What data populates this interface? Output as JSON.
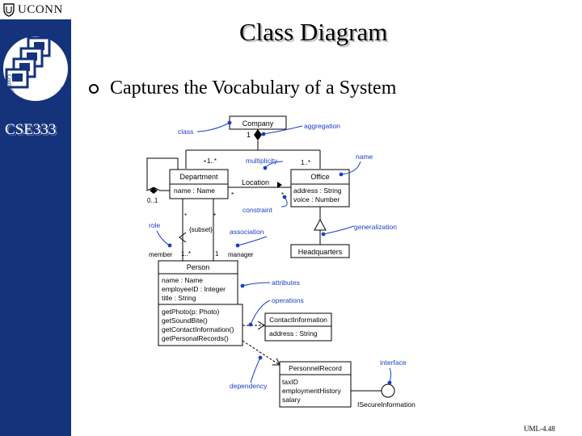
{
  "header": {
    "logo_text": "UCONN",
    "title": "Class Diagram",
    "course": "CSE333"
  },
  "badge": {
    "text": "Computer Science and Engineering"
  },
  "bullet": {
    "text": "Captures the Vocabulary of a System"
  },
  "footer": {
    "slide_number": "UML-4.48"
  },
  "colors": {
    "sidebar": "#14337a",
    "annotation": "#1a3fc4",
    "diagram_line": "#000000"
  },
  "diagram": {
    "classes": {
      "company": {
        "name": "Company"
      },
      "department": {
        "name": "Department",
        "attrs": [
          "name : Name"
        ]
      },
      "office": {
        "name": "Office",
        "attrs": [
          "address : String",
          "voice : Number"
        ]
      },
      "location": {
        "name": "Location"
      },
      "headquarters": {
        "name": "Headquarters"
      },
      "person": {
        "name": "Person",
        "attrs": [
          "name : Name",
          "employeeID : Integer",
          "title : String"
        ],
        "ops": [
          "getPhoto(p: Photo)",
          "getSoundBite()",
          "getContactInformation()",
          "getPersonalRecords()"
        ]
      },
      "contact": {
        "name": "ContactInformation",
        "attrs": [
          "address : String"
        ]
      },
      "personnel": {
        "name": "PersonnelRecord",
        "attrs": [
          "taxID",
          "employmentHistory",
          "salary"
        ]
      }
    },
    "interface_name": "ISecureInformation",
    "labels": {
      "mult_one_company": "1",
      "mult_star_dept": "*",
      "mult_one_star_a": "1..*",
      "mult_one_star_b": "1..*",
      "mult_zero_one": "0..1",
      "mult_star_loc_l": "*",
      "mult_star_loc_r": "*",
      "mult_star_dept_bottom": "*",
      "mult_star_dept_bottom2": "*",
      "subset": "{subset}",
      "mult_member": "1..*",
      "mult_manager": "1",
      "role_member": "member",
      "role_manager": "manager"
    },
    "annotations": {
      "class": "class",
      "aggregation": "aggregation",
      "name": "name",
      "multiplicity": "multiplicity",
      "constraint": "constraint",
      "role": "role",
      "association": "association",
      "generalization": "generalization",
      "attributes": "attributes",
      "operations": "operations",
      "interface": "interface",
      "dependency": "dependency"
    }
  }
}
